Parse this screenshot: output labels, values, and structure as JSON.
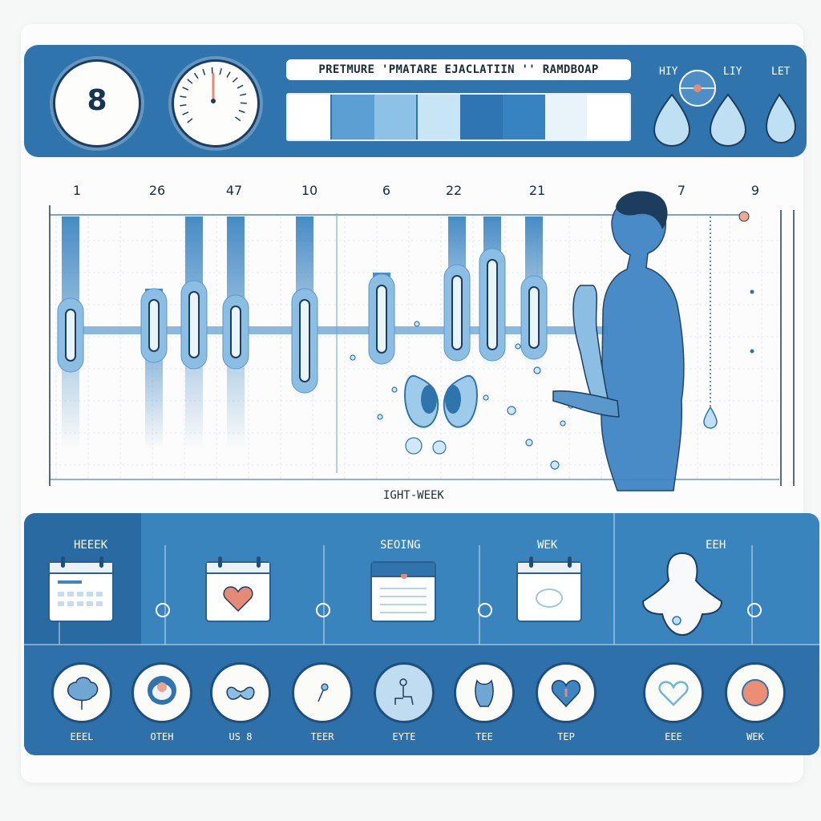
{
  "header": {
    "title": "PRETMURE 'PMATARE EJACLATIIN '' RAMDBOAP",
    "dial_number": "8",
    "labels": [
      "HIY",
      "LIY",
      "LET"
    ],
    "swatch_colors": [
      "#ffffff",
      "#5c9fd2",
      "#8dc2e6",
      "#c7e5f5",
      "#2f75b3",
      "#3782c0",
      "#e8f3fa",
      "#ffffff"
    ]
  },
  "timeline": {
    "ticks": [
      "1",
      "26",
      "47",
      "10",
      "6",
      "22",
      "21",
      "7",
      "9"
    ],
    "caption": "IGHT-WEEK"
  },
  "weeks": {
    "sections": [
      "HEEEK",
      "SEOING",
      "WEK",
      "EEH"
    ]
  },
  "badges": [
    {
      "label": "EEEL",
      "icon": "tree-icon"
    },
    {
      "label": "OTEH",
      "icon": "cup-icon"
    },
    {
      "label": "US 8",
      "icon": "lungs-icon"
    },
    {
      "label": "TEER",
      "icon": "pin-icon"
    },
    {
      "label": "EYTE",
      "icon": "seated-person-icon"
    },
    {
      "label": "TEE",
      "icon": "figure-icon"
    },
    {
      "label": "TEP",
      "icon": "heart-icon"
    },
    {
      "label": "EEE",
      "icon": "heart-outline-icon"
    },
    {
      "label": "WEK",
      "icon": "dot-icon"
    }
  ],
  "colors": {
    "primary": "#2f74ad",
    "accent": "#e58a74",
    "dark": "#1d3d5e"
  }
}
